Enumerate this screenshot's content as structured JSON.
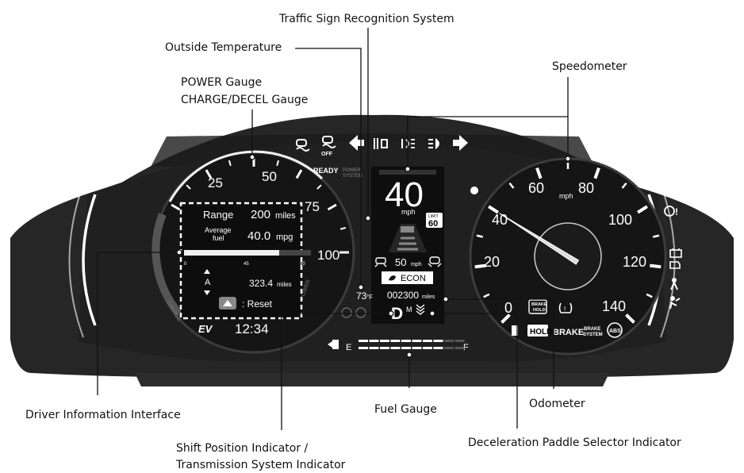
{
  "callouts": {
    "traffic_sign": "Traffic Sign Recognition System",
    "outside_temp": "Outside Temperature",
    "power_gauge": "POWER Gauge",
    "charge_gauge": "CHARGE/DECEL Gauge",
    "speedometer": "Speedometer",
    "driver_info": "Driver Information Interface",
    "fuel_gauge": "Fuel Gauge",
    "odometer": "Odometer",
    "shift_position_1": "Shift Position Indicator /",
    "shift_position_2": "Transmission System Indicator",
    "decel_paddle": "Deceleration Paddle Selector Indicator"
  },
  "power_dial": {
    "ticks": [
      "25",
      "50",
      "75",
      "100"
    ],
    "ready": "READY",
    "power_label": "POWER\nSYSTEM",
    "charge_label": "CHARGE",
    "power_arc_label": "POWER"
  },
  "info": {
    "range_label": "Range",
    "range_value": "200",
    "range_unit": "miles",
    "avg_label_1": "Average",
    "avg_label_2": "fuel",
    "avg_value": "40.0",
    "avg_unit": "mpg",
    "bar_ticks": [
      "0",
      "45",
      "90"
    ],
    "bar_fraction": 0.75,
    "trip_label": "A",
    "trip_value": "323.4",
    "trip_unit": "miles",
    "reset_label": ": Reset",
    "ev_badge": "EV",
    "clock": "12:34"
  },
  "center": {
    "speed": "40",
    "speed_unit": "mph",
    "limit_label": "LIMIT",
    "limit_value": "60",
    "acc_speed": "50",
    "acc_unit": "mph",
    "econ": "ECON",
    "temp": "73",
    "temp_unit": "°F",
    "odometer": "002300",
    "odometer_unit": "miles",
    "gear": "D",
    "gear_mode": "M"
  },
  "speedometer": {
    "ticks": [
      "0",
      "20",
      "40",
      "60",
      "80",
      "100",
      "120",
      "140"
    ],
    "unit": "mph",
    "speed_value": 40
  },
  "fuel": {
    "empty": "E",
    "full": "F",
    "level": 0.8
  },
  "warnings": {
    "brake_hold": "BRAKE\nHOLD",
    "hold": "HOLD",
    "brake": "BRAKE",
    "brake_system": "BRAKE\nSYSTEM",
    "abs": "ABS"
  },
  "colors": {
    "panel": "#222222",
    "bezel": "#3a3a3a",
    "display": "#111111",
    "text": "#ffffff",
    "callout_line": "#111111"
  }
}
